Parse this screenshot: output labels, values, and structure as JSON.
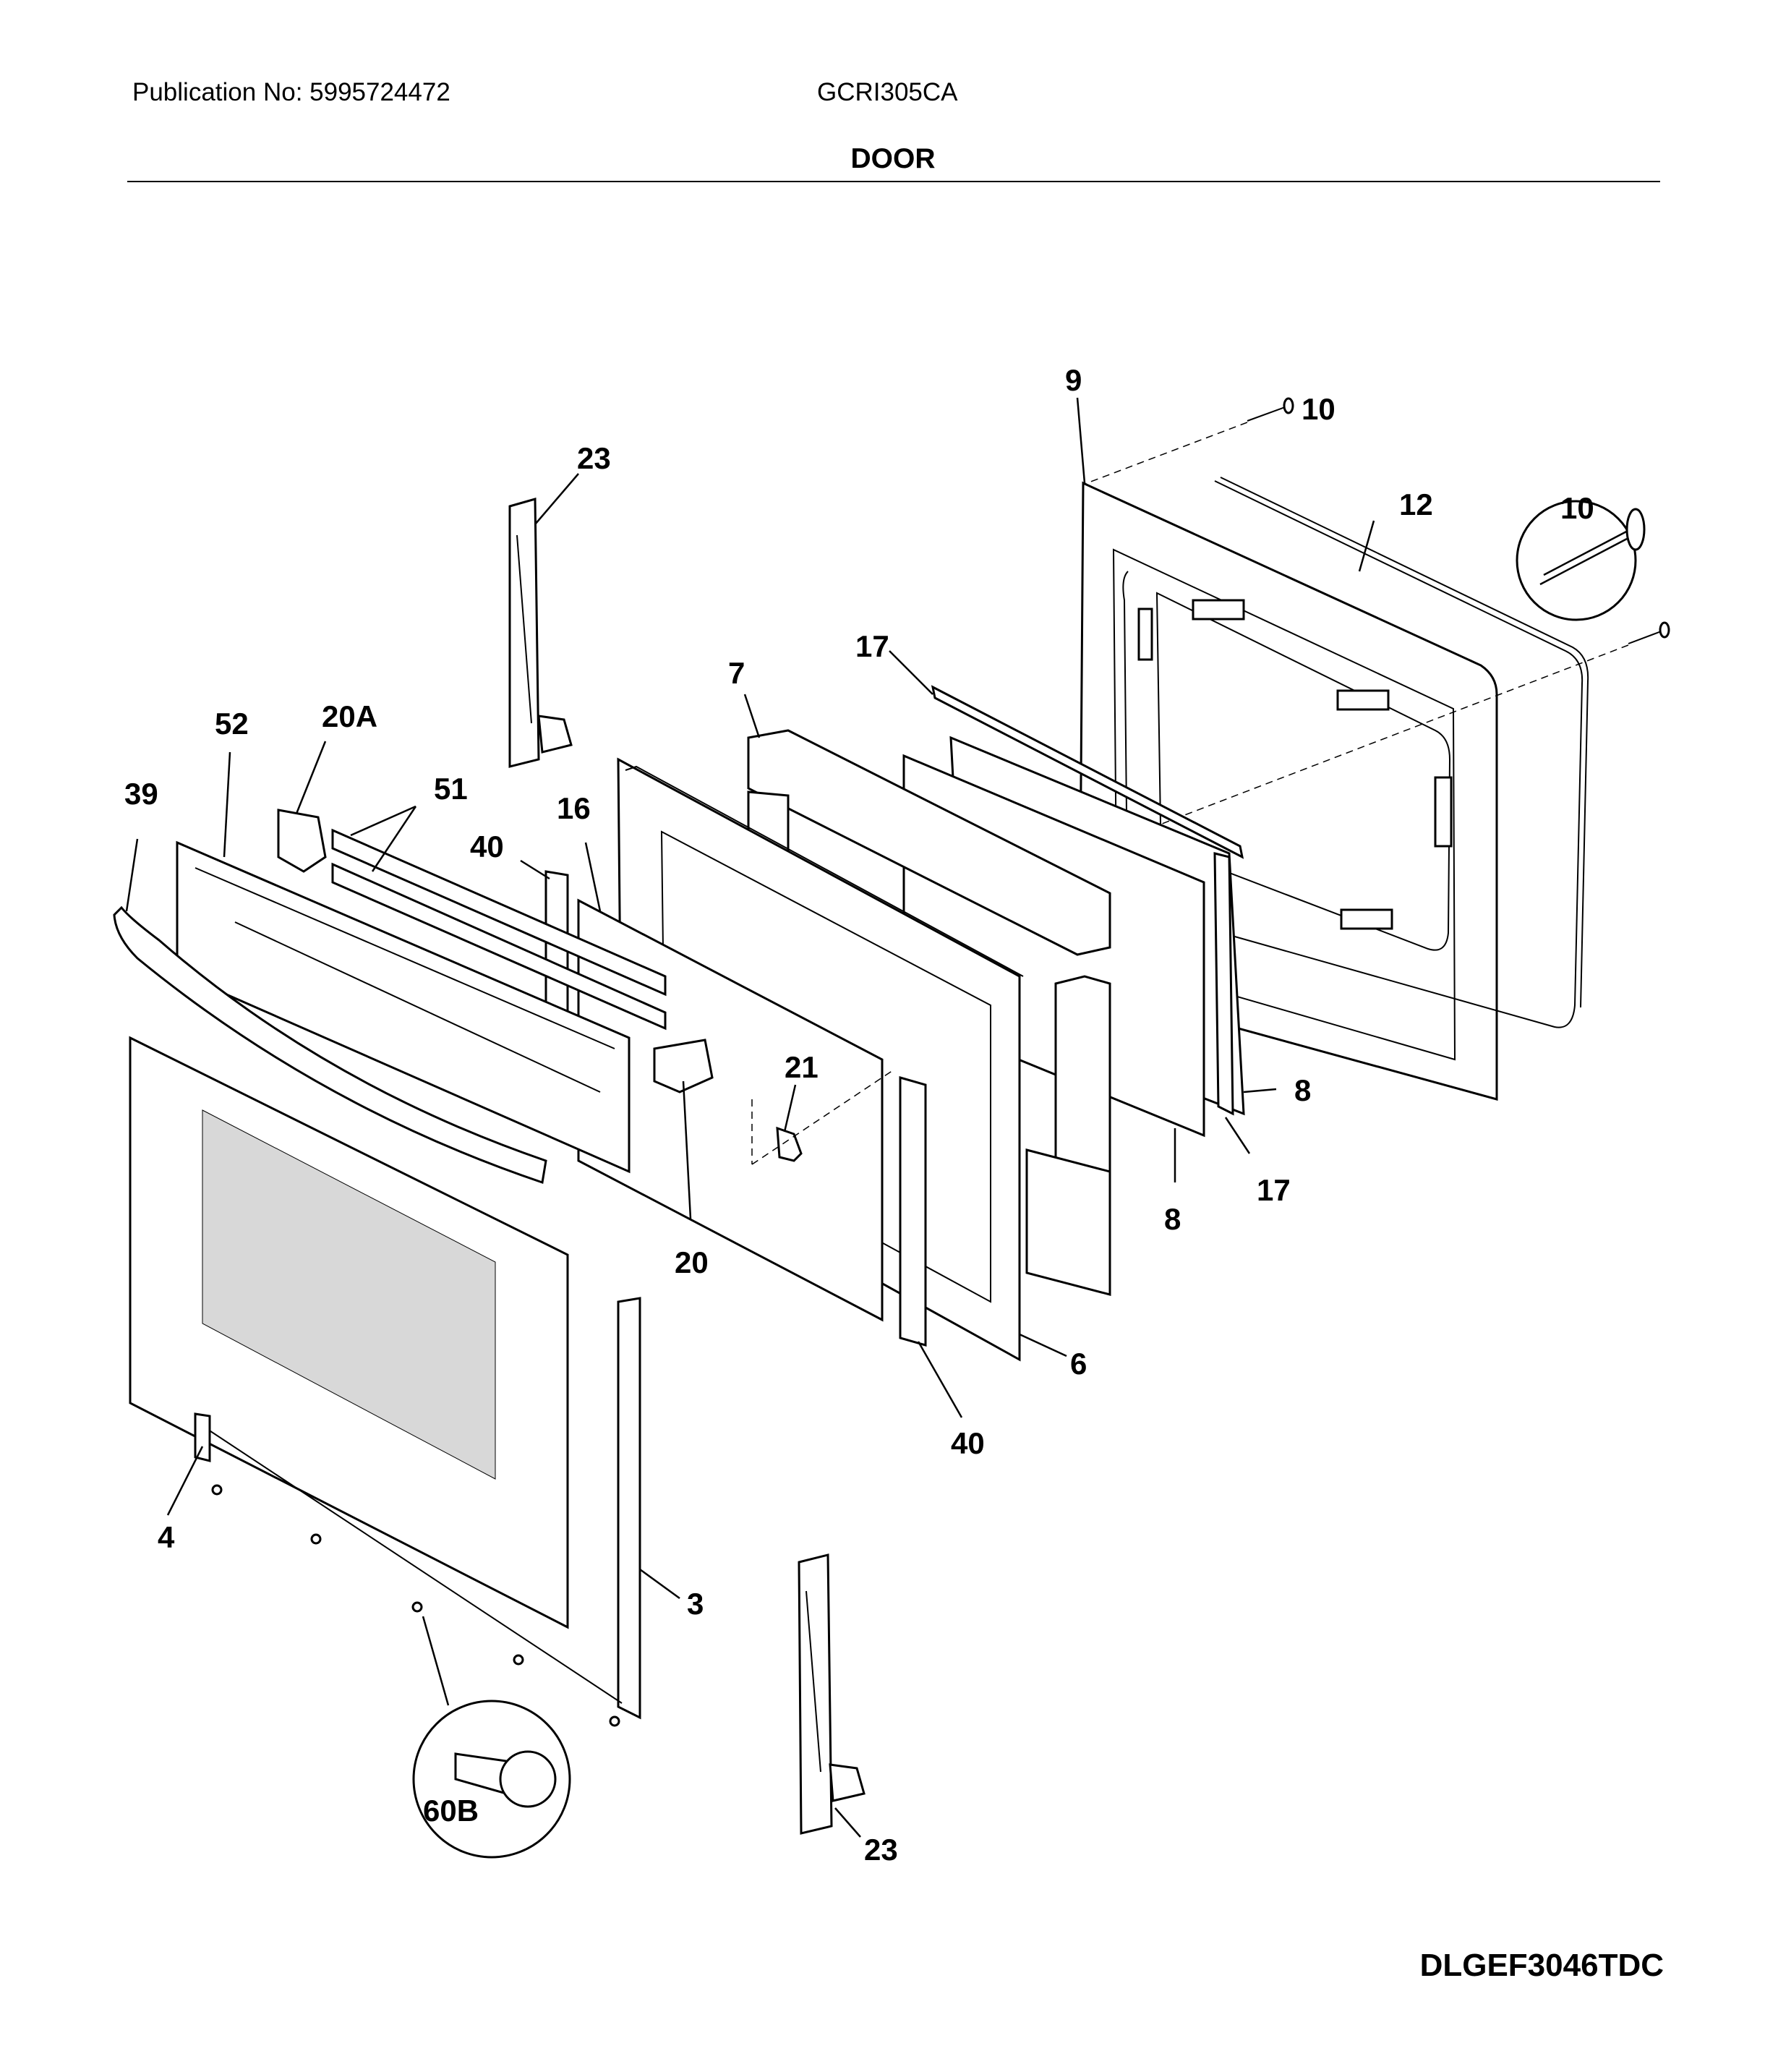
{
  "header": {
    "publication": "Publication No: 5995724472",
    "model": "GCRI305CA",
    "section_title": "DOOR"
  },
  "footer": {
    "diagram_code": "DLGEF3046TDC"
  },
  "callouts": {
    "c23_top": "23",
    "c9": "9",
    "c10_top": "10",
    "c12": "12",
    "c10_zoom": "10",
    "c17_top": "17",
    "c7": "7",
    "c52": "52",
    "c20A": "20A",
    "c51": "51",
    "c39": "39",
    "c40_top": "40",
    "c16": "16",
    "c21": "21",
    "c8_right": "8",
    "c8_bottom": "8",
    "c17_bottom": "17",
    "c20": "20",
    "c6": "6",
    "c40_bottom": "40",
    "c4": "4",
    "c3": "3",
    "c60B": "60B",
    "c23_bottom": "23"
  }
}
